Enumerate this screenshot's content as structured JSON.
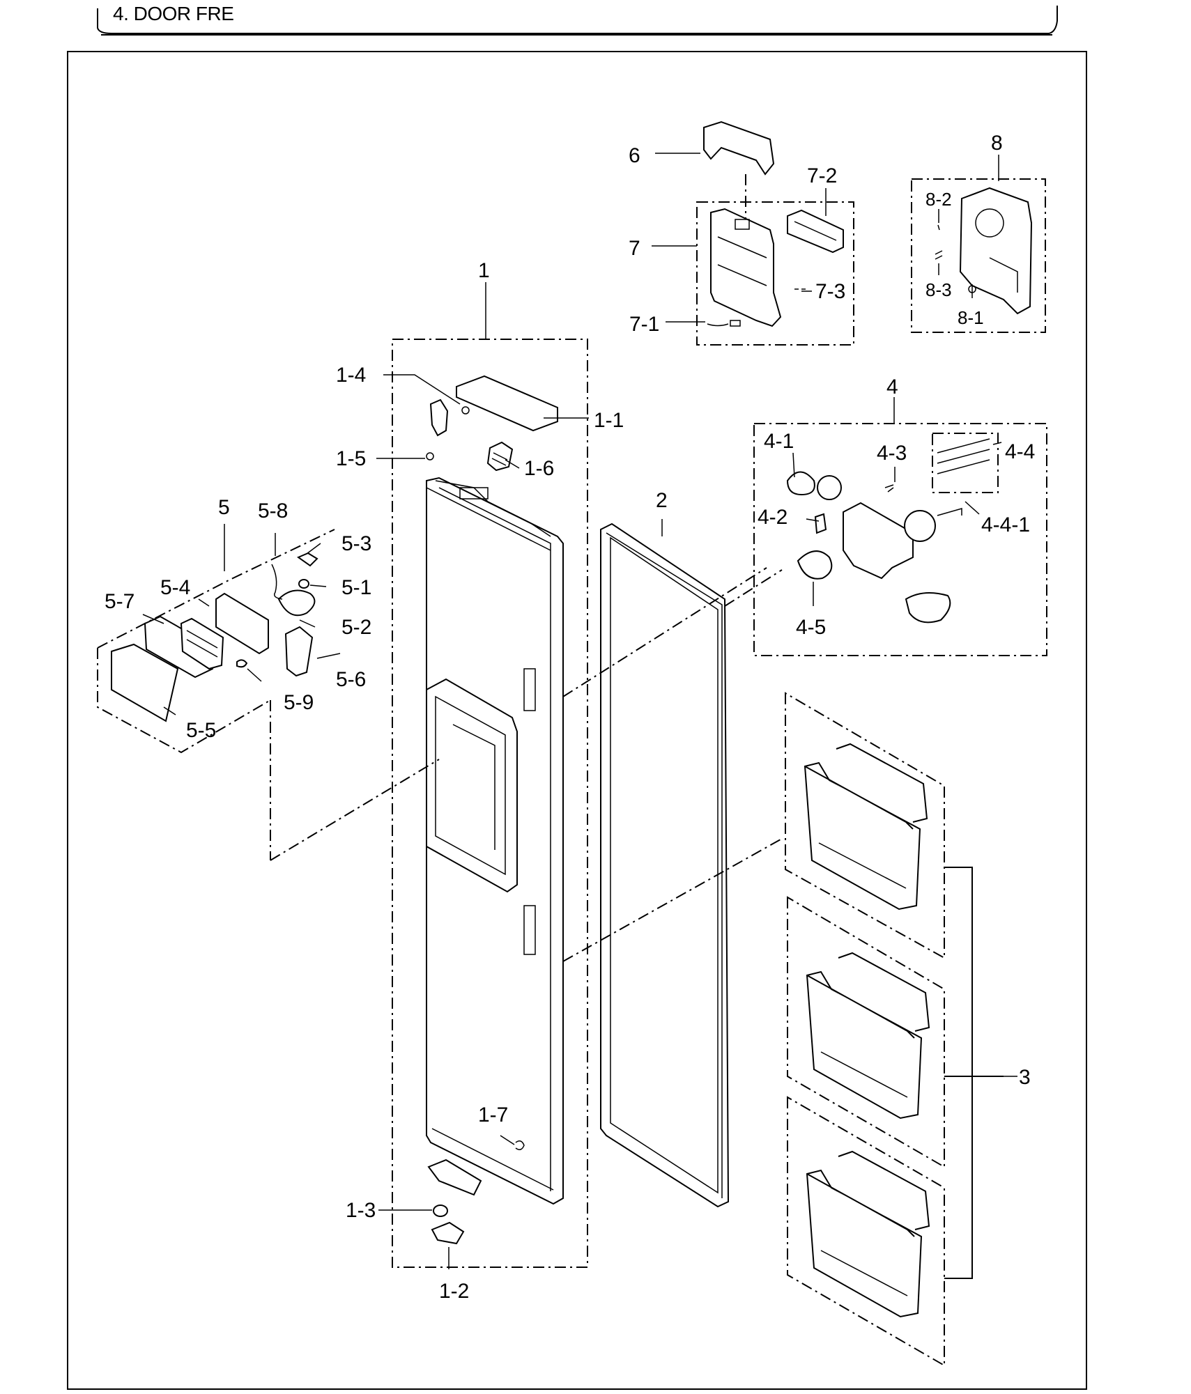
{
  "header": {
    "title": "4. DOOR FRE"
  },
  "callouts": {
    "c1": "1",
    "c1_1": "1-1",
    "c1_2": "1-2",
    "c1_3": "1-3",
    "c1_4": "1-4",
    "c1_5": "1-5",
    "c1_6": "1-6",
    "c1_7": "1-7",
    "c2": "2",
    "c3": "3",
    "c4": "4",
    "c4_1": "4-1",
    "c4_2": "4-2",
    "c4_3": "4-3",
    "c4_4": "4-4",
    "c4_4_1": "4-4-1",
    "c4_5": "4-5",
    "c5": "5",
    "c5_1": "5-1",
    "c5_2": "5-2",
    "c5_3": "5-3",
    "c5_4": "5-4",
    "c5_5": "5-5",
    "c5_6": "5-6",
    "c5_7": "5-7",
    "c5_8": "5-8",
    "c5_9": "5-9",
    "c6": "6",
    "c7": "7",
    "c7_1": "7-1",
    "c7_2": "7-2",
    "c7_3": "7-3",
    "c8": "8",
    "c8_1": "8-1",
    "c8_2": "8-2",
    "c8_3": "8-3"
  }
}
